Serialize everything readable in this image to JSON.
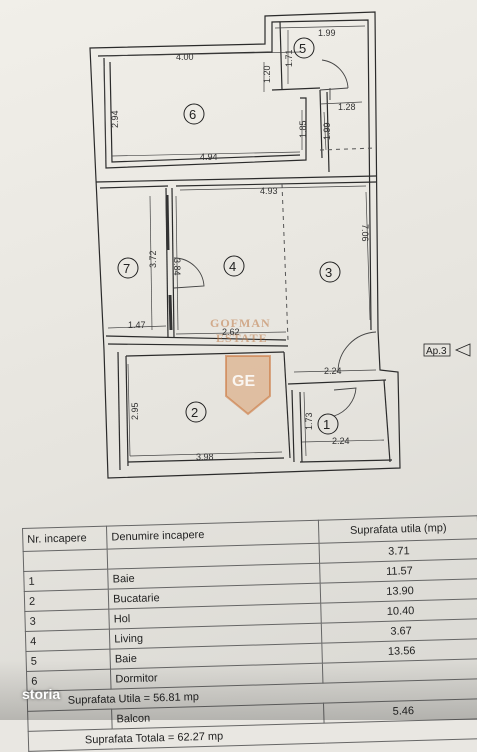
{
  "plan": {
    "dimensions": [
      "1.99",
      "1.71",
      "4.00",
      "1.20",
      "2.94",
      "1.28",
      "1.85",
      "1.99",
      "4.94",
      "4.93",
      "7.06",
      "3.72",
      "3.84",
      "1.47",
      "2.62",
      "2.24",
      "2.95",
      "1.73",
      "2.24",
      "3.98"
    ],
    "room_numbers": [
      "5",
      "6",
      "7",
      "4",
      "3",
      "2",
      "1"
    ],
    "apartment_label": "Ap.3",
    "watermark_line1": "GOFMAN",
    "watermark_line2": "ESTATE",
    "watermark_mark": "GE"
  },
  "table": {
    "headers": [
      "Nr. incapere",
      "Denumire incapere",
      "Suprafata utila (mp)"
    ],
    "rows": [
      {
        "nr": "",
        "name": "",
        "area": "3.71"
      },
      {
        "nr": "1",
        "name": "Baie",
        "area": "11.57"
      },
      {
        "nr": "2",
        "name": "Bucatarie",
        "area": "13.90"
      },
      {
        "nr": "3",
        "name": "Hol",
        "area": "10.40"
      },
      {
        "nr": "4",
        "name": "Living",
        "area": "3.67"
      },
      {
        "nr": "5",
        "name": "Baie",
        "area": "13.56"
      },
      {
        "nr": "6",
        "name": "Dormitor",
        "area": ""
      }
    ],
    "total_useful": "Suprafata Utila = 56.81 mp",
    "balcony_nr": "",
    "balcony_name": "Balcon",
    "balcony_area": "5.46",
    "total": "Suprafata Totala = 62.27 mp"
  },
  "brand": "storia"
}
